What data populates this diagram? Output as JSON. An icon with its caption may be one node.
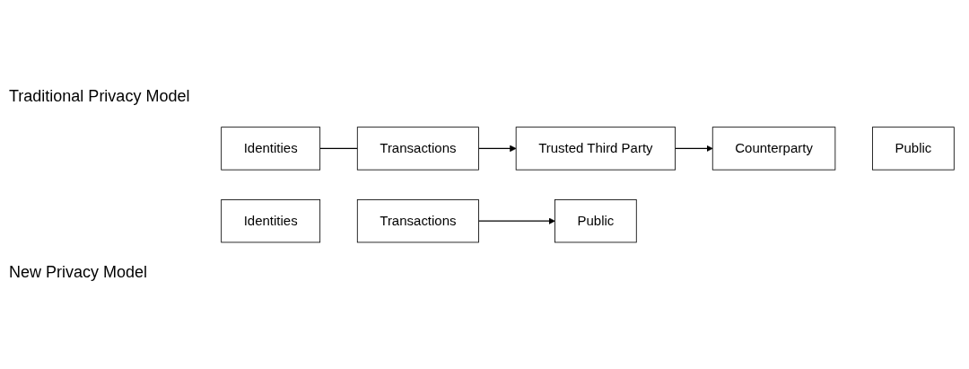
{
  "diagram": {
    "nodes": [
      {
        "text": [
          "Identities"
        ]
      },
      {
        "text": [
          "Transactions"
        ]
      },
      {
        "text": [
          "Trusted Third Party"
        ]
      },
      {
        "text": [
          "Counterparty"
        ]
      },
      {
        "text": [
          "Public"
        ]
      },
      {
        "text": [
          "Identities"
        ]
      },
      {
        "text": [
          "Transactions"
        ]
      },
      {
        "text": [
          "Public"
        ]
      }
    ],
    "edges": [
      {
        "from": 0,
        "to": 1,
        "arrow": "none"
      },
      {
        "from": 1,
        "to": 2,
        "arrow": "to"
      },
      {
        "from": 2,
        "to": 3,
        "arrow": "to"
      },
      {
        "from": 6,
        "to": 7,
        "arrow": "to"
      }
    ],
    "labels": [
      "Traditional Privacy Model",
      "New Privacy Model"
    ]
  }
}
